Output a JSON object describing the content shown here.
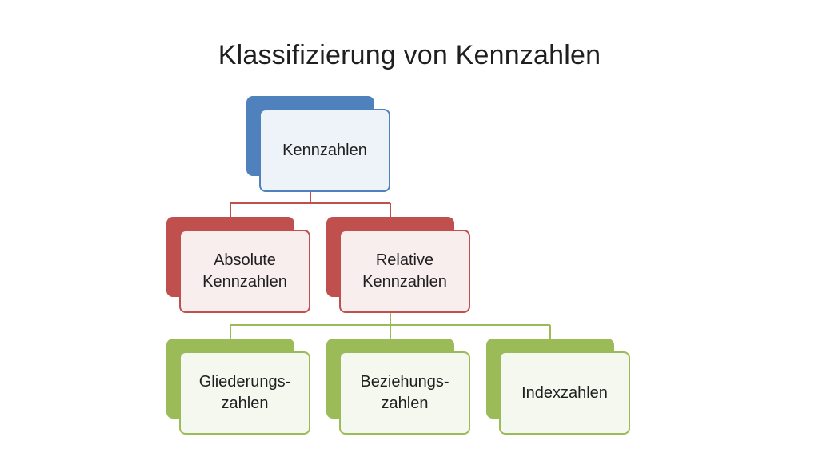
{
  "title": "Klassifizierung von Kennzahlen",
  "colors": {
    "blue_dark": "#4f81bd",
    "blue_light": "#eef2f9",
    "blue_border": "#4f81bd",
    "red_dark": "#c0504d",
    "red_light": "#f9eeee",
    "red_border": "#c0504d",
    "green_dark": "#9bbb59",
    "green_light": "#f4f8ee",
    "green_border": "#9bbb59"
  },
  "nodes": {
    "root": {
      "label": "Kennzahlen"
    },
    "absolute": {
      "label": "Absolute\nKennzahlen"
    },
    "relative": {
      "label": "Relative\nKennzahlen"
    },
    "gliederung": {
      "label": "Gliederungs-\nzahlen"
    },
    "beziehung": {
      "label": "Beziehungs-\nzahlen"
    },
    "index": {
      "label": "Indexzahlen"
    }
  }
}
